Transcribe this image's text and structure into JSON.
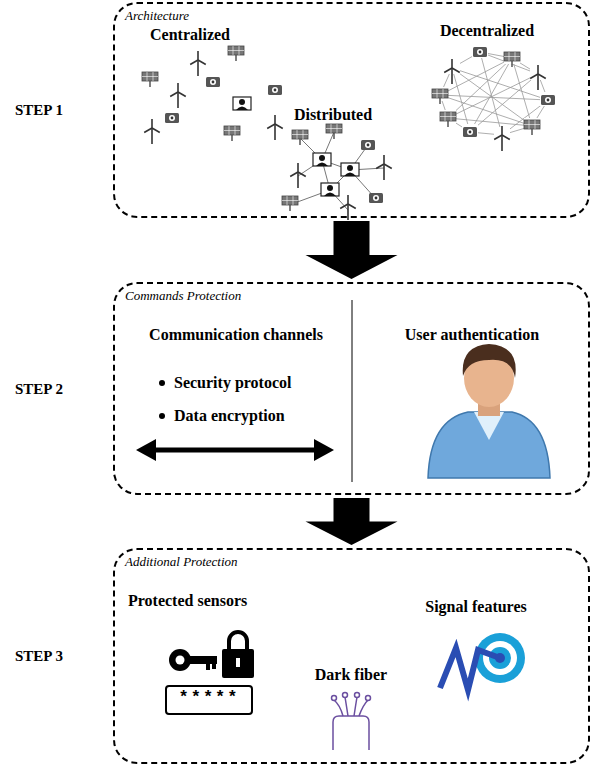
{
  "diagram": {
    "nodes": [
      {
        "text": [
          "STEP 1",
          "Architecture"
        ]
      },
      {
        "text": [
          "STEP 2",
          "Commands Protection"
        ]
      },
      {
        "text": [
          "STEP 3",
          "Additional Protection"
        ]
      }
    ],
    "edges": [
      {
        "from": 0,
        "to": 1,
        "arrow": "to"
      },
      {
        "from": 1,
        "to": 2,
        "arrow": "to"
      }
    ],
    "labels": [
      "Centralized",
      "Distributed",
      "Decentralized",
      "Communication channels",
      "Security protocol",
      "Data encryption",
      "User authentication",
      "Protected sensors",
      "*****",
      "Dark fiber",
      "Signal features"
    ]
  }
}
